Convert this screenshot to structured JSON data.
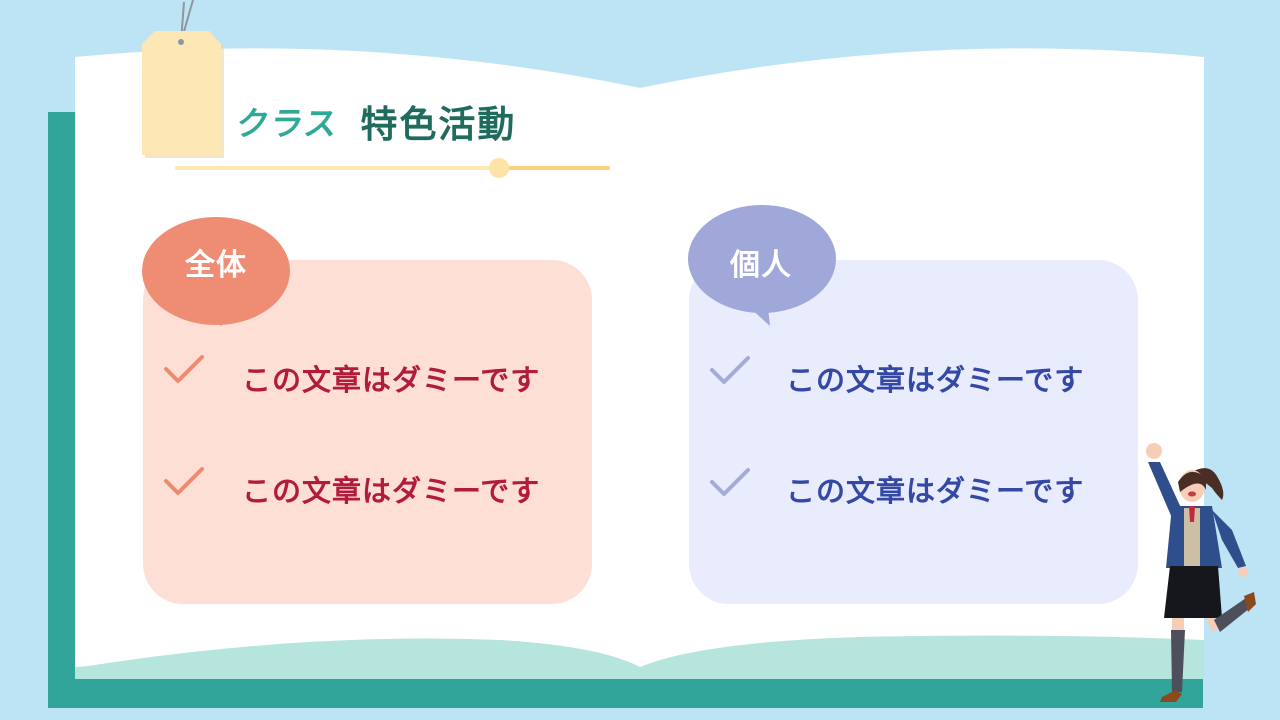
{
  "slide": {
    "title_prefix": "クラス",
    "title_main": "特色活動"
  },
  "sections": [
    {
      "label": "全体",
      "items": [
        "この文章はダミーです",
        "この文章はダミーです"
      ]
    },
    {
      "label": "個人",
      "items": [
        "この文章はダミーです",
        "この文章はダミーです"
      ]
    }
  ],
  "colors": {
    "background": "#bde4f4",
    "book_cover": "#31a59a",
    "book_page": "#ffffff",
    "page_bottom": "#b6e5de",
    "tag": "#fde7b4",
    "title_prefix": "#2ea897",
    "title_main": "#1f6b5e",
    "left_bubble": "#ef8d74",
    "left_card": "#fddfd6",
    "left_check": "#ef8a6f",
    "left_text": "#b31b3d",
    "right_bubble": "#9fa8d8",
    "right_card": "#e8ecfd",
    "right_check": "#a3abd9",
    "right_text": "#3448a5"
  },
  "icons": {
    "check": "check-icon",
    "tag": "tag-icon",
    "character": "student-character-illustration"
  }
}
